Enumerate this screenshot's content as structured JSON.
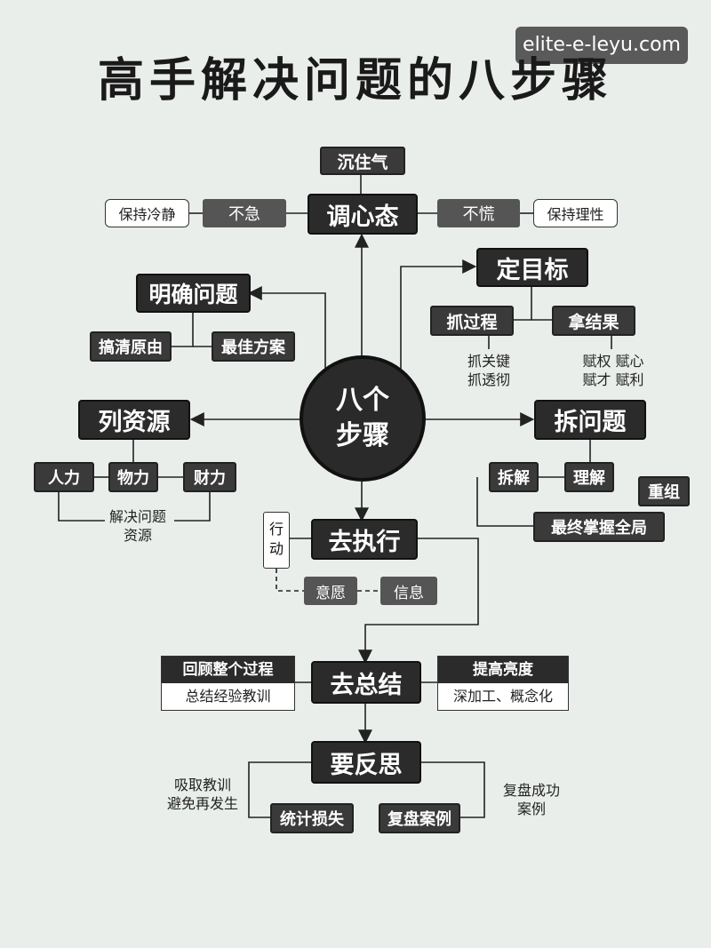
{
  "watermark": "elite-e-leyu.com",
  "title": "高手解决问题的八步骤",
  "center": {
    "line1": "八个",
    "line2": "步骤"
  },
  "calm": {
    "label": "调心态",
    "top": "沉住气",
    "left": "不急",
    "left_outer": "保持冷静",
    "right": "不慌",
    "right_outer": "保持理性"
  },
  "goal": {
    "label": "定目标",
    "child1": "抓过程",
    "child2": "拿结果",
    "notes1": [
      "抓关键",
      "抓透彻"
    ],
    "notes2": [
      "赋权 赋心",
      "赋才 赋利"
    ]
  },
  "clarify": {
    "label": "明确问题",
    "child1": "搞清原由",
    "child2": "最佳方案"
  },
  "resources": {
    "label": "列资源",
    "items": [
      "人力",
      "物力",
      "财力"
    ],
    "note": [
      "解决问题",
      "资源"
    ]
  },
  "breakdown": {
    "label": "拆问题",
    "items": [
      "拆解",
      "理解",
      "重组"
    ],
    "final": "最终掌握全局"
  },
  "execute": {
    "label": "去执行",
    "side": "行动",
    "items": [
      "意愿",
      "信息"
    ]
  },
  "summary": {
    "label": "去总结",
    "left_head": "回顾整个过程",
    "left_body": "总结经验教训",
    "right_head": "提高亮度",
    "right_body": "深加工、概念化"
  },
  "reflect": {
    "label": "要反思",
    "left_note": [
      "吸取教训",
      "避免再发生"
    ],
    "child1": "统计损失",
    "child2": "复盘案例",
    "right_note": [
      "复盘成功",
      "案例"
    ]
  }
}
